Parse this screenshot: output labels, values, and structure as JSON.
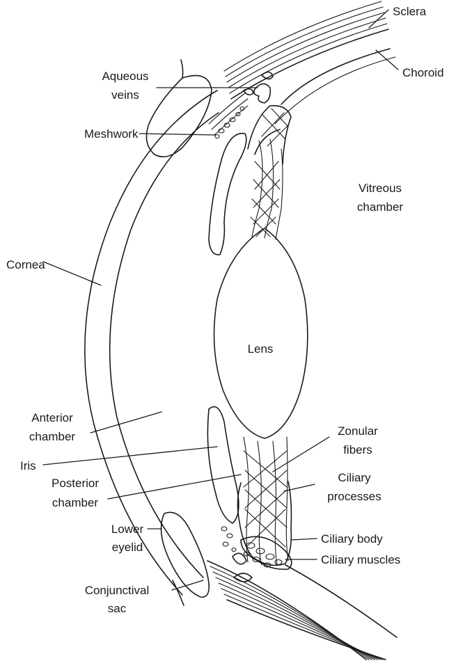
{
  "labels": {
    "sclera": "Sclera",
    "choroid": "Choroid",
    "aqueous_veins_1": "Aqueous",
    "aqueous_veins_2": "veins",
    "meshwork": "Meshwork",
    "vitreous_1": "Vitreous",
    "vitreous_2": "chamber",
    "cornea": "Cornea",
    "lens": "Lens",
    "anterior_1": "Anterior",
    "anterior_2": "chamber",
    "iris": "Iris",
    "posterior_1": "Posterior",
    "posterior_2": "chamber",
    "lower_eyelid_1": "Lower",
    "lower_eyelid_2": "eyelid",
    "conjunctival_1": "Conjunctival",
    "conjunctival_2": "sac",
    "zonular_1": "Zonular",
    "zonular_2": "fibers",
    "ciliary_processes_1": "Ciliary",
    "ciliary_processes_2": "processes",
    "ciliary_body": "Ciliary body",
    "ciliary_muscles": "Ciliary muscles"
  }
}
